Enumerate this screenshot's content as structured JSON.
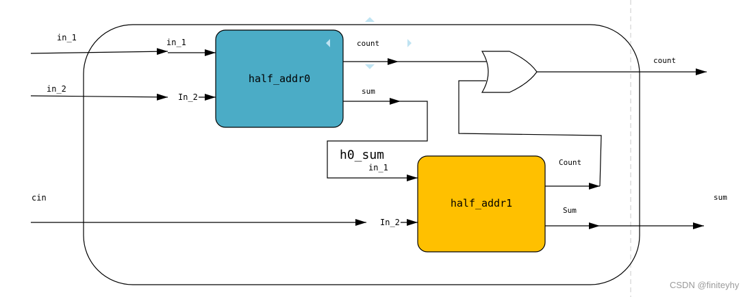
{
  "blocks": {
    "half_addr0": {
      "label": "half_addr0",
      "color": "#4bacc6"
    },
    "half_addr1": {
      "label": "half_addr1",
      "color": "#ffc000"
    }
  },
  "inputs": {
    "in_1": "in_1",
    "in_2": "in_2",
    "cin": "cin"
  },
  "port_labels": {
    "ha0_in_1": "in_1",
    "ha0_in_2": "In_2",
    "ha0_count": "count",
    "ha0_sum": "sum",
    "ha1_in_1": "in_1",
    "ha1_in_2": "In_2",
    "ha1_count": "Count",
    "ha1_sum": "Sum"
  },
  "net_labels": {
    "h0_sum": "h0_sum"
  },
  "outputs": {
    "count": "count",
    "sum": "sum"
  },
  "gate": {
    "type": "OR"
  },
  "watermark": "CSDN @finiteyhy",
  "colors": {
    "wire": "#000000",
    "container": "#000000",
    "guide_line": "#c8c8c8",
    "handle": "#bfe3f2"
  }
}
